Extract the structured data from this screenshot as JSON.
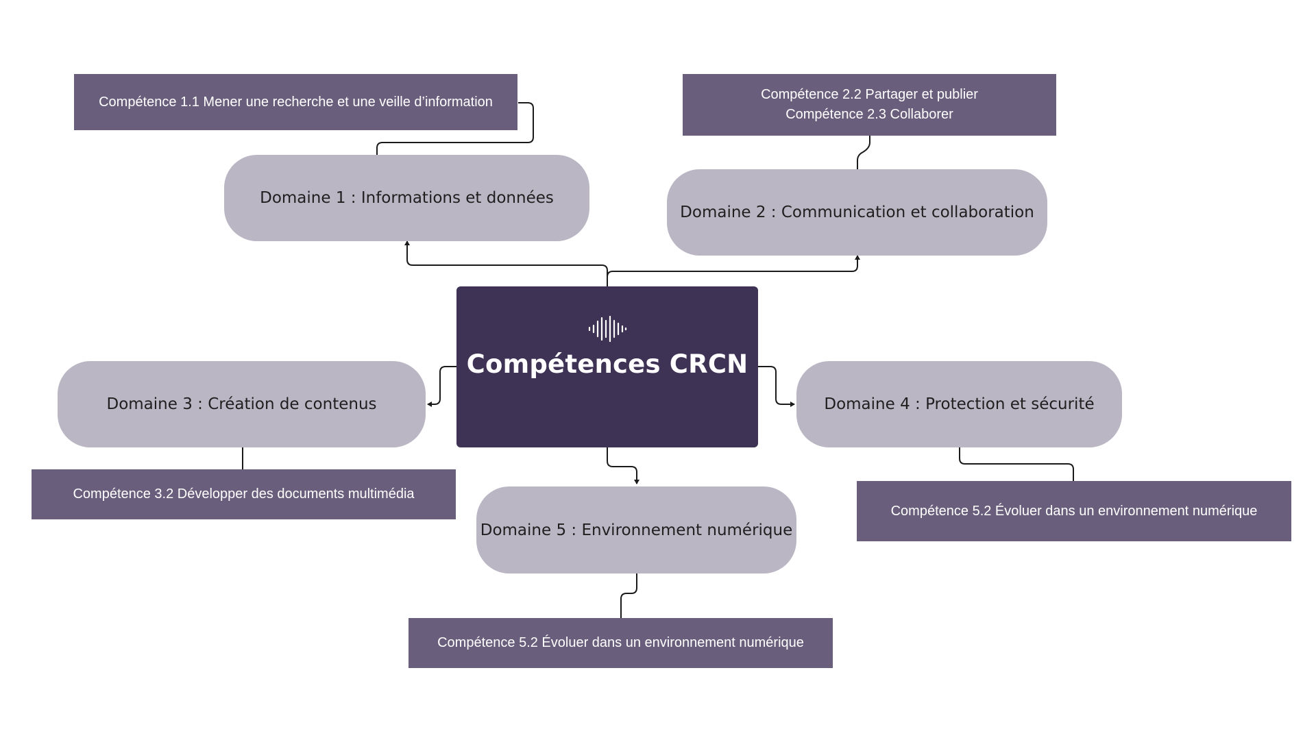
{
  "central": {
    "icon": "soundwave-icon",
    "title": "Compétences CRCN"
  },
  "domains": [
    "Domaine 1 : Informations et données",
    "Domaine 2 : Communication et collaboration",
    "Domaine 3 : Création de contenus",
    "Domaine 4 : Protection et sécurité",
    "Domaine 5 : Environnement numérique"
  ],
  "competences": {
    "d1": [
      "Compétence 1.1 Mener une recherche et une veille d’information"
    ],
    "d2": [
      "Compétence 2.2 Partager et publier",
      "Compétence 2.3 Collaborer"
    ],
    "d3": [
      "Compétence 3.2 Développer des documents multimédia"
    ],
    "d4": [
      "Compétence 5.2 Évoluer dans un environnement numérique"
    ],
    "d5": [
      "Compétence 5.2 Évoluer dans un environnement numérique"
    ]
  },
  "colors": {
    "central": "#3e3354",
    "domain": "#bab6c4",
    "competence": "#695e7b",
    "connector": "#1a1a1a"
  }
}
